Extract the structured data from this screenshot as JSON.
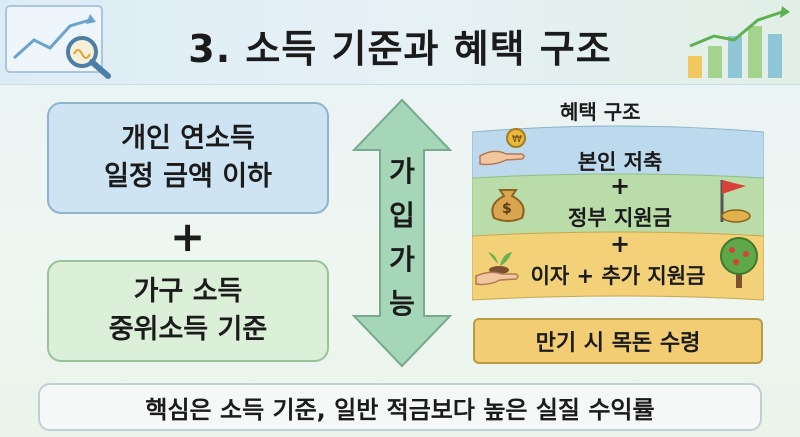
{
  "title": "3. 소득 기준과 혜택 구조",
  "left": {
    "income_line1": "개인 연소득",
    "income_line2": "일정 금액 이하",
    "plus": "+",
    "household_line1": "가구 소득",
    "household_line2": "중위소득 기준"
  },
  "arrow_label": "가입가능",
  "benefits": {
    "header": "혜택 구조",
    "band1": "본인 저축",
    "band2": "정부 지원금",
    "band3": "이자 + 추가 지원금",
    "plus": "+",
    "maturity": "만기 시 목돈 수령"
  },
  "bottom_note": "핵심은 소득 기준, 일반 적금보다 높은 실질 수익률",
  "icons": [
    "magnifier-chart-icon",
    "bar-chart-icon",
    "hand-coin-icon",
    "money-bag-icon",
    "flag-icon",
    "hand-sprout-icon",
    "tree-icon"
  ],
  "colors": {
    "blue_box": "#cfe4f3",
    "green_box": "#dcefd9",
    "band_blue": "#bcd9ee",
    "band_green": "#b9dca8",
    "band_yellow": "#f2d178",
    "arrow": "#9fcfb0"
  }
}
